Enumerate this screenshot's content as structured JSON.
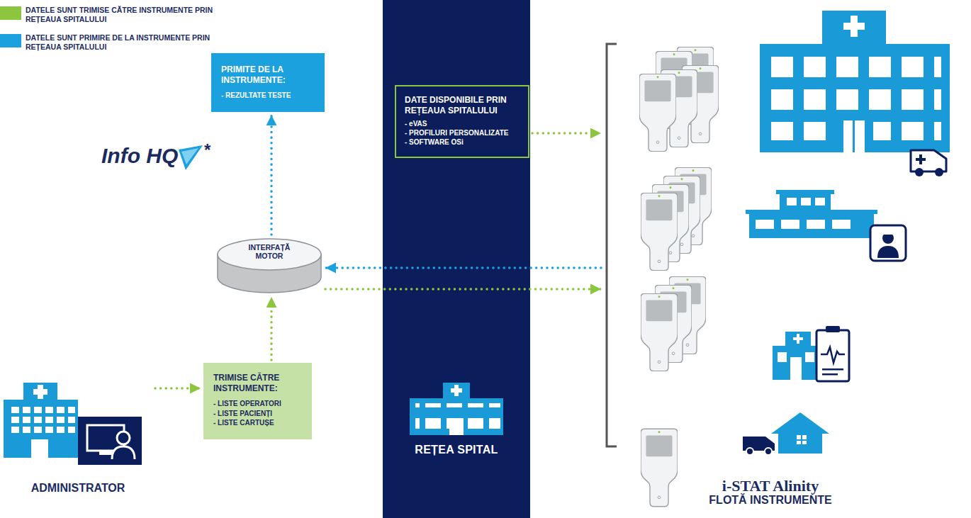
{
  "diagram": {
    "nodes": [
      {
        "text": [
          "REȚEA SPITAL"
        ]
      },
      {
        "text": [
          "DATE DISPONIBILE PRIN REȚEAUA SPITALULUI",
          "- eVAS - PROFILURI PERSONALIZATE - SOFTWARE OSi"
        ],
        "in": 0
      },
      {
        "text": [
          "PRIMITE DE LA INSTRUMENTE:",
          "- REZULTATE TESTE"
        ]
      },
      {
        "text": [
          "INTERFAȚĂ MOTOR"
        ]
      },
      {
        "text": [
          "TRIMISE CĂTRE INSTRUMENTE:",
          "- LISTE OPERATORI - LISTE PACIENȚI - LISTE CARTUȘE"
        ]
      },
      {
        "text": [
          "ADMINISTRATOR"
        ]
      },
      {
        "text": [
          "i-STAT Alinity",
          "FLOTĂ INSTRUMENTE"
        ]
      }
    ],
    "edges": [
      {
        "from": 1,
        "to": 6,
        "arrow": "to"
      },
      {
        "from": 6,
        "to": 3,
        "arrow": "to"
      },
      {
        "from": 3,
        "to": 6,
        "arrow": "to"
      },
      {
        "from": 3,
        "to": 2,
        "arrow": "to"
      },
      {
        "from": 4,
        "to": 3,
        "arrow": "to"
      },
      {
        "from": 5,
        "to": 4,
        "arrow": "to"
      }
    ],
    "labels": [
      "Info HQ",
      "*"
    ],
    "legend": [
      {
        "text": "DATELE SUNT TRIMISE CĂTRE INSTRUMENTE PRIN REȚEAUA SPITALULUI",
        "color": "#8cc63f"
      },
      {
        "text": "DATELE SUNT PRIMIRE DE LA INSTRUMENTE PRIN REȚEAUA SPITALULUI",
        "color": "#1ba1dd"
      }
    ]
  }
}
